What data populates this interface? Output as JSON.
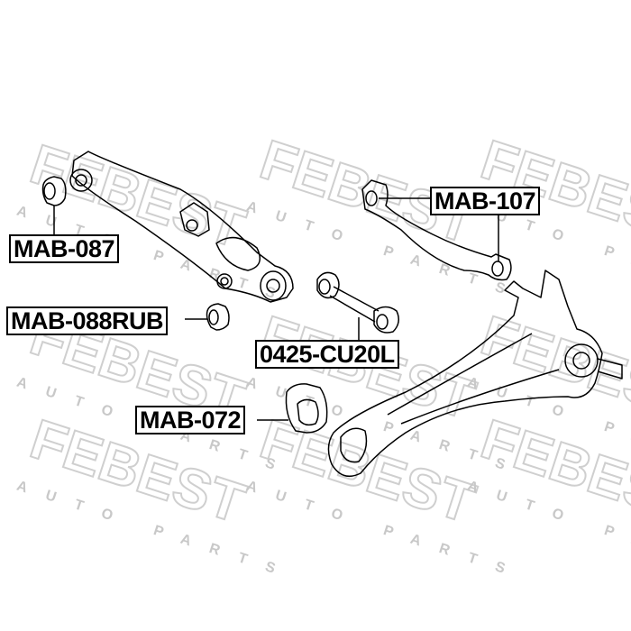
{
  "watermark": {
    "brand": "FEBEST",
    "tagline": "AUTO PARTS"
  },
  "parts": [
    {
      "id": "mab-087",
      "label": "MAB-087"
    },
    {
      "id": "mab-088rub",
      "label": "MAB-088RUB"
    },
    {
      "id": "mab-072",
      "label": "MAB-072"
    },
    {
      "id": "0425-cu20l",
      "label": "0425-CU20L"
    },
    {
      "id": "mab-107",
      "label": "MAB-107"
    }
  ],
  "colors": {
    "line": "#000000",
    "watermark": "#d0d0d0"
  }
}
